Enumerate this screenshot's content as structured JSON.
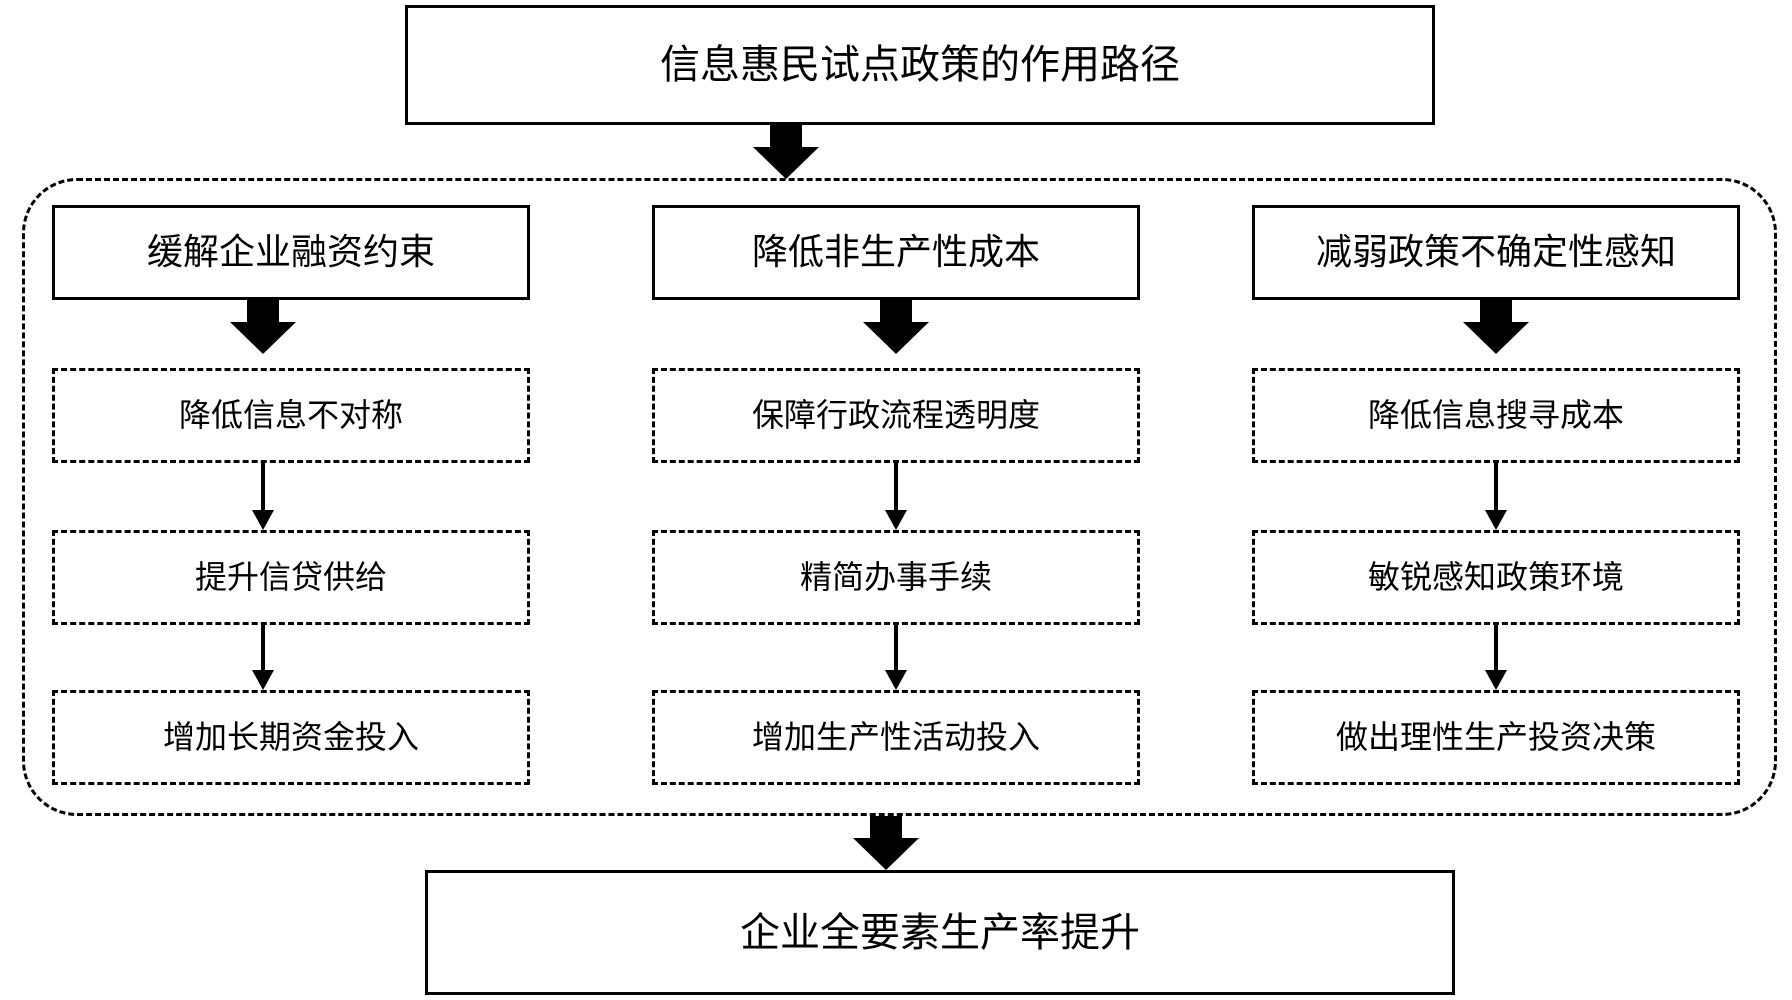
{
  "diagram": {
    "title": "信息惠民试点政策的作用路径",
    "conclusion": "企业全要素生产率提升",
    "colors": {
      "stroke": "#000000",
      "background": "#ffffff",
      "text": "#000000"
    },
    "columns": [
      {
        "header": "缓解企业融资约束",
        "steps": [
          "降低信息不对称",
          "提升信贷供给",
          "增加长期资金投入"
        ]
      },
      {
        "header": "降低非生产性成本",
        "steps": [
          "保障行政流程透明度",
          "精简办事手续",
          "增加生产性活动投入"
        ]
      },
      {
        "header": "减弱政策不确定性感知",
        "steps": [
          "降低信息搜寻成本",
          "敏锐感知政策环境",
          "做出理性生产投资决策"
        ]
      }
    ]
  }
}
